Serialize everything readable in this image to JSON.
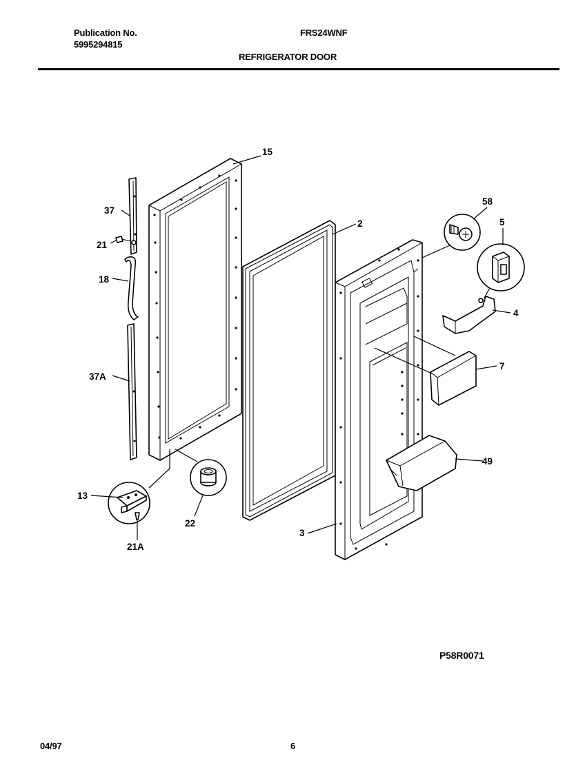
{
  "header": {
    "publication_label": "Publication No.",
    "publication_number": "5995294815",
    "model": "FRS24WNF",
    "section_title": "REFRIGERATOR DOOR"
  },
  "diagram": {
    "callouts": {
      "p15": "15",
      "p37": "37",
      "p21": "21",
      "p18": "18",
      "p37a": "37A",
      "p13": "13",
      "p21a": "21A",
      "p22": "22",
      "p2": "2",
      "p3": "3",
      "p58": "58",
      "p5": "5",
      "p4": "4",
      "p7": "7",
      "p49": "49"
    },
    "figure_code": "P58R0071"
  },
  "footer": {
    "date": "04/97",
    "page_number": "6"
  }
}
